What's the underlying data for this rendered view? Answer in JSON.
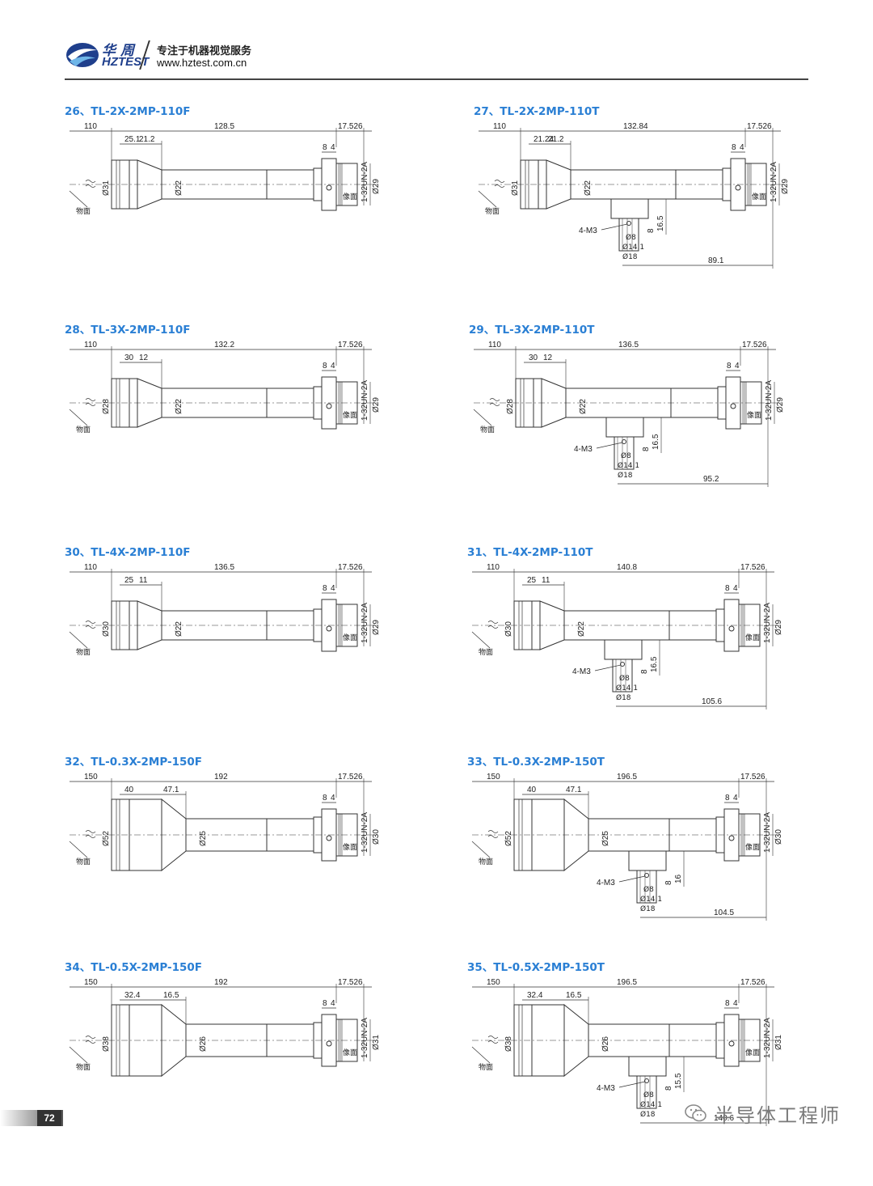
{
  "header": {
    "brand_cn": "华周",
    "brand_en": "HZTEST",
    "tagline": "专注于机器视觉服务",
    "website": "www.hztest.com.cn",
    "brand_color": "#1f3f8c"
  },
  "labels": {
    "object_plane": "物面",
    "image_plane": "像面",
    "thread": "1-32UN-2A",
    "mount": "4-M3"
  },
  "drawings": [
    {
      "id": "26",
      "title": "26、TL-2X-2MP-110F",
      "type": "F",
      "d_obj": "110",
      "l_total": "128.5",
      "l_a": "25.1",
      "l_b": "21.2",
      "l_img": "17.526",
      "d_front": "Ø31",
      "d_tube": "Ø22",
      "d_back": "Ø29",
      "c8": "8",
      "c4": "4"
    },
    {
      "id": "27",
      "title": "27、TL-2X-2MP-110T",
      "type": "T",
      "d_obj": "110",
      "l_total": "132.84",
      "l_a": "21.24",
      "l_b": "21.2",
      "l_img": "17.526",
      "d_front": "Ø31",
      "d_tube": "Ø22",
      "d_back": "Ø29",
      "c8": "8",
      "c4": "4",
      "t_h1": "16.5",
      "t_h2": "8",
      "t_d1": "Ø8",
      "t_d2": "Ø14.1",
      "t_d3": "Ø18",
      "t_off": "89.1"
    },
    {
      "id": "28",
      "title": "28、TL-3X-2MP-110F",
      "type": "F",
      "d_obj": "110",
      "l_total": "132.2",
      "l_a": "30",
      "l_b": "12",
      "l_img": "17.526",
      "d_front": "Ø28",
      "d_tube": "Ø22",
      "d_back": "Ø29",
      "c8": "8",
      "c4": "4"
    },
    {
      "id": "29",
      "title": "29、TL-3X-2MP-110T",
      "type": "T",
      "d_obj": "110",
      "l_total": "136.5",
      "l_a": "30",
      "l_b": "12",
      "l_img": "17.526",
      "d_front": "Ø28",
      "d_tube": "Ø22",
      "d_back": "Ø29",
      "c8": "8",
      "c4": "4",
      "t_h1": "16.5",
      "t_h2": "8",
      "t_d1": "Ø8",
      "t_d2": "Ø14.1",
      "t_d3": "Ø18",
      "t_off": "95.2"
    },
    {
      "id": "30",
      "title": "30、TL-4X-2MP-110F",
      "type": "F",
      "d_obj": "110",
      "l_total": "136.5",
      "l_a": "25",
      "l_b": "11",
      "l_img": "17.526",
      "d_front": "Ø30",
      "d_tube": "Ø22",
      "d_back": "Ø29",
      "c8": "8",
      "c4": "4"
    },
    {
      "id": "31",
      "title": "31、TL-4X-2MP-110T",
      "type": "T",
      "d_obj": "110",
      "l_total": "140.8",
      "l_a": "25",
      "l_b": "11",
      "l_img": "17.526",
      "d_front": "Ø30",
      "d_tube": "Ø22",
      "d_back": "Ø29",
      "c8": "8",
      "c4": "4",
      "t_h1": "16.5",
      "t_h2": "8",
      "t_d1": "Ø8",
      "t_d2": "Ø14.1",
      "t_d3": "Ø18",
      "t_off": "105.6"
    },
    {
      "id": "32",
      "title": "32、TL-0.3X-2MP-150F",
      "type": "F",
      "d_obj": "150",
      "l_total": "192",
      "l_a": "40",
      "l_b": "47.1",
      "l_img": "17.526",
      "d_front": "Ø52",
      "d_tube": "Ø25",
      "d_back": "Ø30",
      "c8": "8",
      "c4": "4"
    },
    {
      "id": "33",
      "title": "33、TL-0.3X-2MP-150T",
      "type": "T",
      "d_obj": "150",
      "l_total": "196.5",
      "l_a": "40",
      "l_b": "47.1",
      "l_img": "17.526",
      "d_front": "Ø52",
      "d_tube": "Ø25",
      "d_back": "Ø30",
      "c8": "8",
      "c4": "4",
      "t_h1": "16",
      "t_h2": "8",
      "t_d1": "Ø8",
      "t_d2": "Ø14.1",
      "t_d3": "Ø18",
      "t_off": "104.5"
    },
    {
      "id": "34",
      "title": "34、TL-0.5X-2MP-150F",
      "type": "F",
      "d_obj": "150",
      "l_total": "192",
      "l_a": "32.4",
      "l_b": "16.5",
      "l_img": "17.526",
      "d_front": "Ø38",
      "d_tube": "Ø26",
      "d_back": "Ø31",
      "c8": "8",
      "c4": "4"
    },
    {
      "id": "35",
      "title": "35、TL-0.5X-2MP-150T",
      "type": "T",
      "d_obj": "150",
      "l_total": "196.5",
      "l_a": "32.4",
      "l_b": "16.5",
      "l_img": "17.526",
      "d_front": "Ø38",
      "d_tube": "Ø26",
      "d_back": "Ø31",
      "c8": "8",
      "c4": "4",
      "t_h1": "15.5",
      "t_h2": "8",
      "t_d1": "Ø8",
      "t_d2": "Ø14.1",
      "t_d3": "Ø18",
      "t_off": "140.6"
    }
  ],
  "footer": {
    "page_number": "72",
    "watermark": "半导体工程师"
  }
}
